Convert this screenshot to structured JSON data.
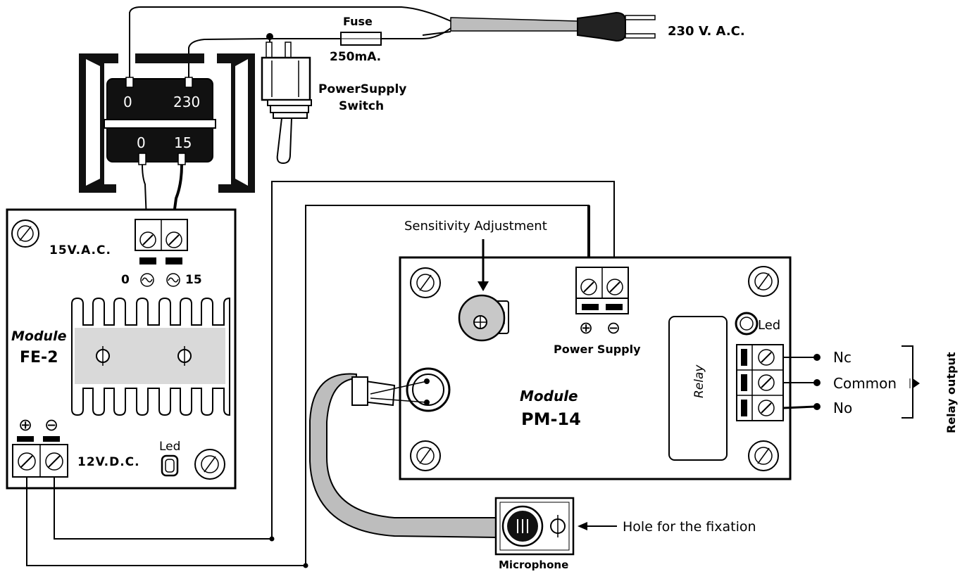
{
  "mains": {
    "voltage_label": "230 V. A.C.",
    "fuse_label": "Fuse",
    "fuse_rating": "250mA.",
    "switch_label_line1": "PowerSupply",
    "switch_label_line2": "Switch"
  },
  "transformer": {
    "title": "Transformer",
    "primary_left": "0",
    "primary_right": "230",
    "secondary_left": "0",
    "secondary_right": "15"
  },
  "module_fe2": {
    "module_word": "Module",
    "name": "FE-2",
    "input_label": "15V.A.C.",
    "input_pin_left": "0",
    "input_pin_right": "15",
    "output_label": "12V.D.C.",
    "led_label": "Led"
  },
  "module_pm14": {
    "module_word": "Module",
    "name": "PM-14",
    "sensitivity_label": "Sensitivity Adjustment",
    "power_supply_label": "Power Supply",
    "led_label": "Led",
    "relay_label": "Relay",
    "relay_nc": "Nc",
    "relay_common": "Common",
    "relay_no": "No",
    "relay_output_label": "Relay output"
  },
  "microphone": {
    "label": "Microphone",
    "hole_label": "Hole for the fixation"
  }
}
